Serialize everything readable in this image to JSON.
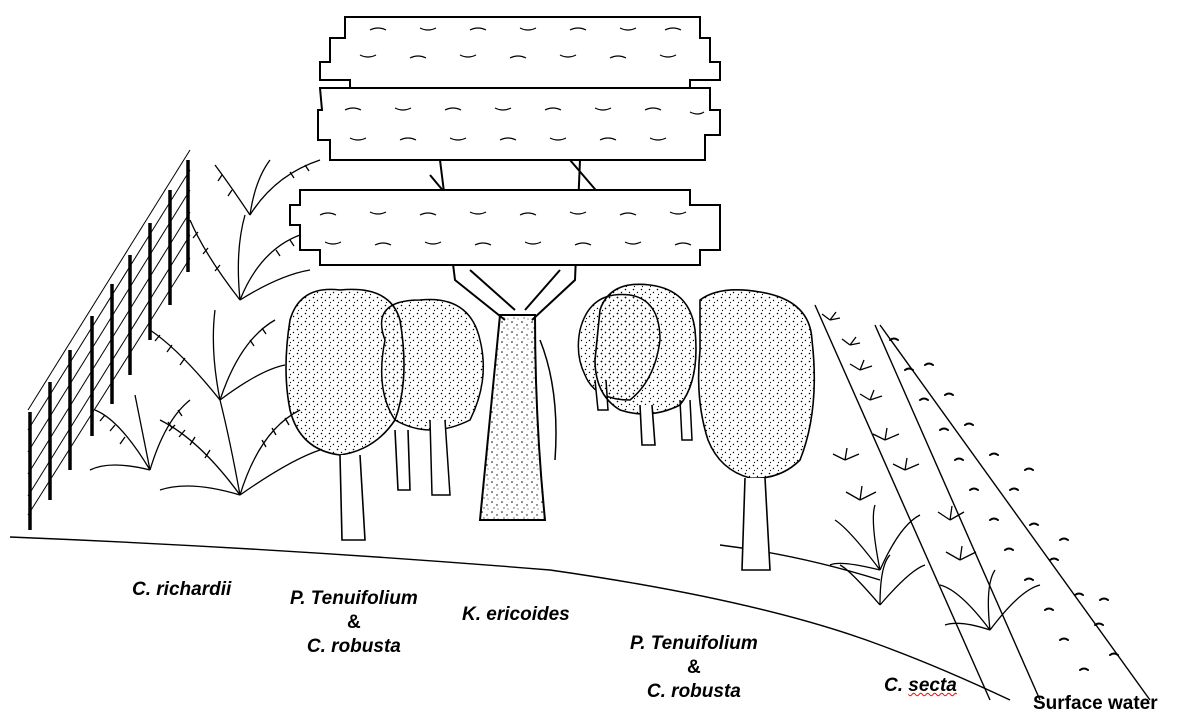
{
  "labels": {
    "c_richardii": "C. richardii",
    "p_tenuifolium_left": {
      "line1": "P. Tenuifolium",
      "line2": "&",
      "line3": "C. robusta"
    },
    "k_ericoides": "K. ericoides",
    "p_tenuifolium_right": {
      "line1": "P. Tenuifolium",
      "line2": "&",
      "line3": "C. robusta"
    },
    "c_secta": {
      "prefix": "C.",
      "word": "secta"
    },
    "surface_water": "Surface water"
  },
  "colors": {
    "ink": "#000000",
    "background": "#ffffff",
    "spellcheck_underline": "#ff0000"
  }
}
